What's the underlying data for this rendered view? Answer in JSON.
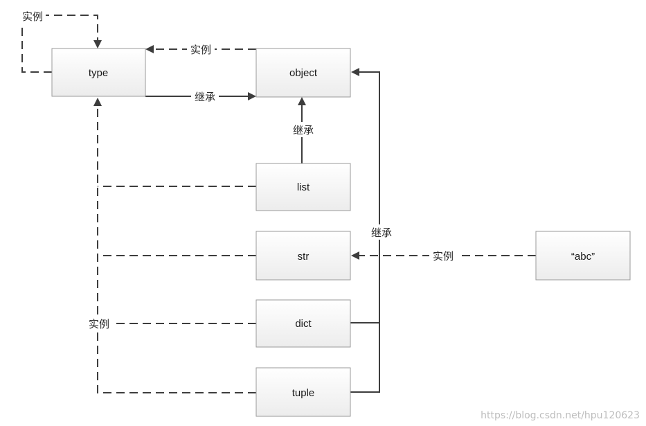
{
  "nodes": {
    "type": "type",
    "object": "object",
    "list": "list",
    "str": "str",
    "dict": "dict",
    "tuple": "tuple",
    "abc": "“abc”"
  },
  "edge_labels": {
    "type_self_instance": "实例",
    "type_to_object_instance": "实例",
    "type_to_object_inherit": "继承",
    "list_to_object_inherit": "继承",
    "tuple_to_object_inherit": "继承",
    "abc_to_str_instance": "实例",
    "builtins_to_type_instance": "实例"
  },
  "colors": {
    "line": "#3d3d3d",
    "box_border": "#9a9a9a",
    "box_fill_top": "#ffffff",
    "box_fill_bottom": "#ededed"
  },
  "watermark": "https://blog.csdn.net/hpu120623"
}
